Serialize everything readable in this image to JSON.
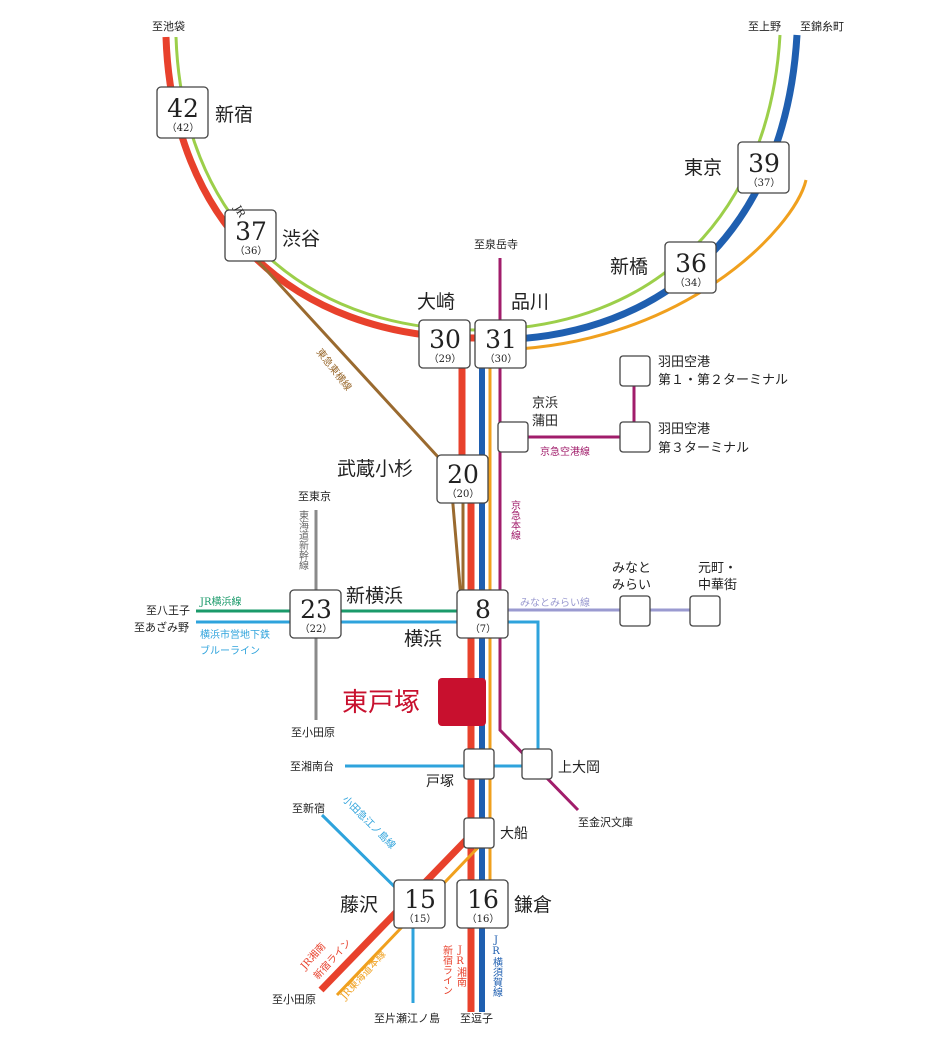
{
  "stations": {
    "shinjuku": {
      "name": "新宿",
      "time": "42",
      "sub": "（42）"
    },
    "shibuya": {
      "name": "渋谷",
      "time": "37",
      "sub": "（36）"
    },
    "osaki": {
      "name": "大崎",
      "time": "30",
      "sub": "（29）"
    },
    "shinagawa": {
      "name": "品川",
      "time": "31",
      "sub": "（30）"
    },
    "shimbashi": {
      "name": "新橋",
      "time": "36",
      "sub": "（34）"
    },
    "tokyo": {
      "name": "東京",
      "time": "39",
      "sub": "（37）"
    },
    "musashikosugi": {
      "name": "武蔵小杉",
      "time": "20",
      "sub": "（20）"
    },
    "shinyokohama": {
      "name": "新横浜",
      "time": "23",
      "sub": "（22）"
    },
    "yokohama": {
      "name": "横浜",
      "time": "8",
      "sub": "（7）"
    },
    "fujisawa": {
      "name": "藤沢",
      "time": "15",
      "sub": "（15）"
    },
    "kamakura": {
      "name": "鎌倉",
      "time": "16",
      "sub": "（16）"
    },
    "higashitotsuka": {
      "name": "東戸塚"
    },
    "totsuka": {
      "name": "戸塚"
    },
    "kamiooka": {
      "name": "上大岡"
    },
    "ofuna": {
      "name": "大船"
    },
    "keikyu_kamata": {
      "line1": "京浜",
      "line2": "蒲田"
    },
    "haneda_t12": {
      "line1": "羽田空港",
      "line2": "第１・第２ターミナル"
    },
    "haneda_t3": {
      "line1": "羽田空港",
      "line2": "第３ターミナル"
    },
    "minatomirai": {
      "line1": "みなと",
      "line2": "みらい"
    },
    "motomachi": {
      "line1": "元町・",
      "line2": "中華街"
    }
  },
  "directions": {
    "ikebukuro": "至池袋",
    "ueno": "至上野",
    "kinshicho": "至錦糸町",
    "sengakuji": "至泉岳寺",
    "tokyo_shinkansen": "至東京",
    "hachioji": "至八王子",
    "azamino": "至あざみ野",
    "odawara_shinkansen": "至小田原",
    "shonandai": "至湘南台",
    "kanazawa_bunko": "至金沢文庫",
    "shinjuku_odakyu": "至新宿",
    "odawara_tokaido": "至小田原",
    "katase_enoshima": "至片瀬江ノ島",
    "zushi": "至逗子"
  },
  "lines": {
    "jr_yamanote": "JR",
    "tokyu_toyoko": "東急東横線",
    "keikyu_airport": "京急空港線",
    "keikyu_main": "京急本線",
    "tokaido_shinkansen": "東海道新幹線",
    "jr_yokohama": "JR横浜線",
    "blue_line_1": "横浜市営地下鉄",
    "blue_line_2": "ブルーライン",
    "minatomirai_line": "みなとみらい線",
    "odakyu_enoshima": "小田急江ノ島線",
    "shonan_shinjuku_sw_1": "JR湘南",
    "shonan_shinjuku_sw_2": "新宿ライン",
    "tokaido_main": "JR東海道本線",
    "shonan_shinjuku_s_1": "新宿ライン",
    "shonan_shinjuku_s_2": "JR湘南",
    "yokosuka": "JR横須賀線"
  },
  "colors": {
    "red": "#e8412c",
    "orange": "#f0a01e",
    "blue": "#1f5fb0",
    "green": "#9ccf4a",
    "brown": "#9a6a2f",
    "purple": "#a11d6b",
    "gray": "#8a8a8a",
    "teal": "#1a9a6a",
    "skyblue": "#2ea3dc",
    "lavender": "#9a9ad0",
    "home": "#c8102e"
  }
}
